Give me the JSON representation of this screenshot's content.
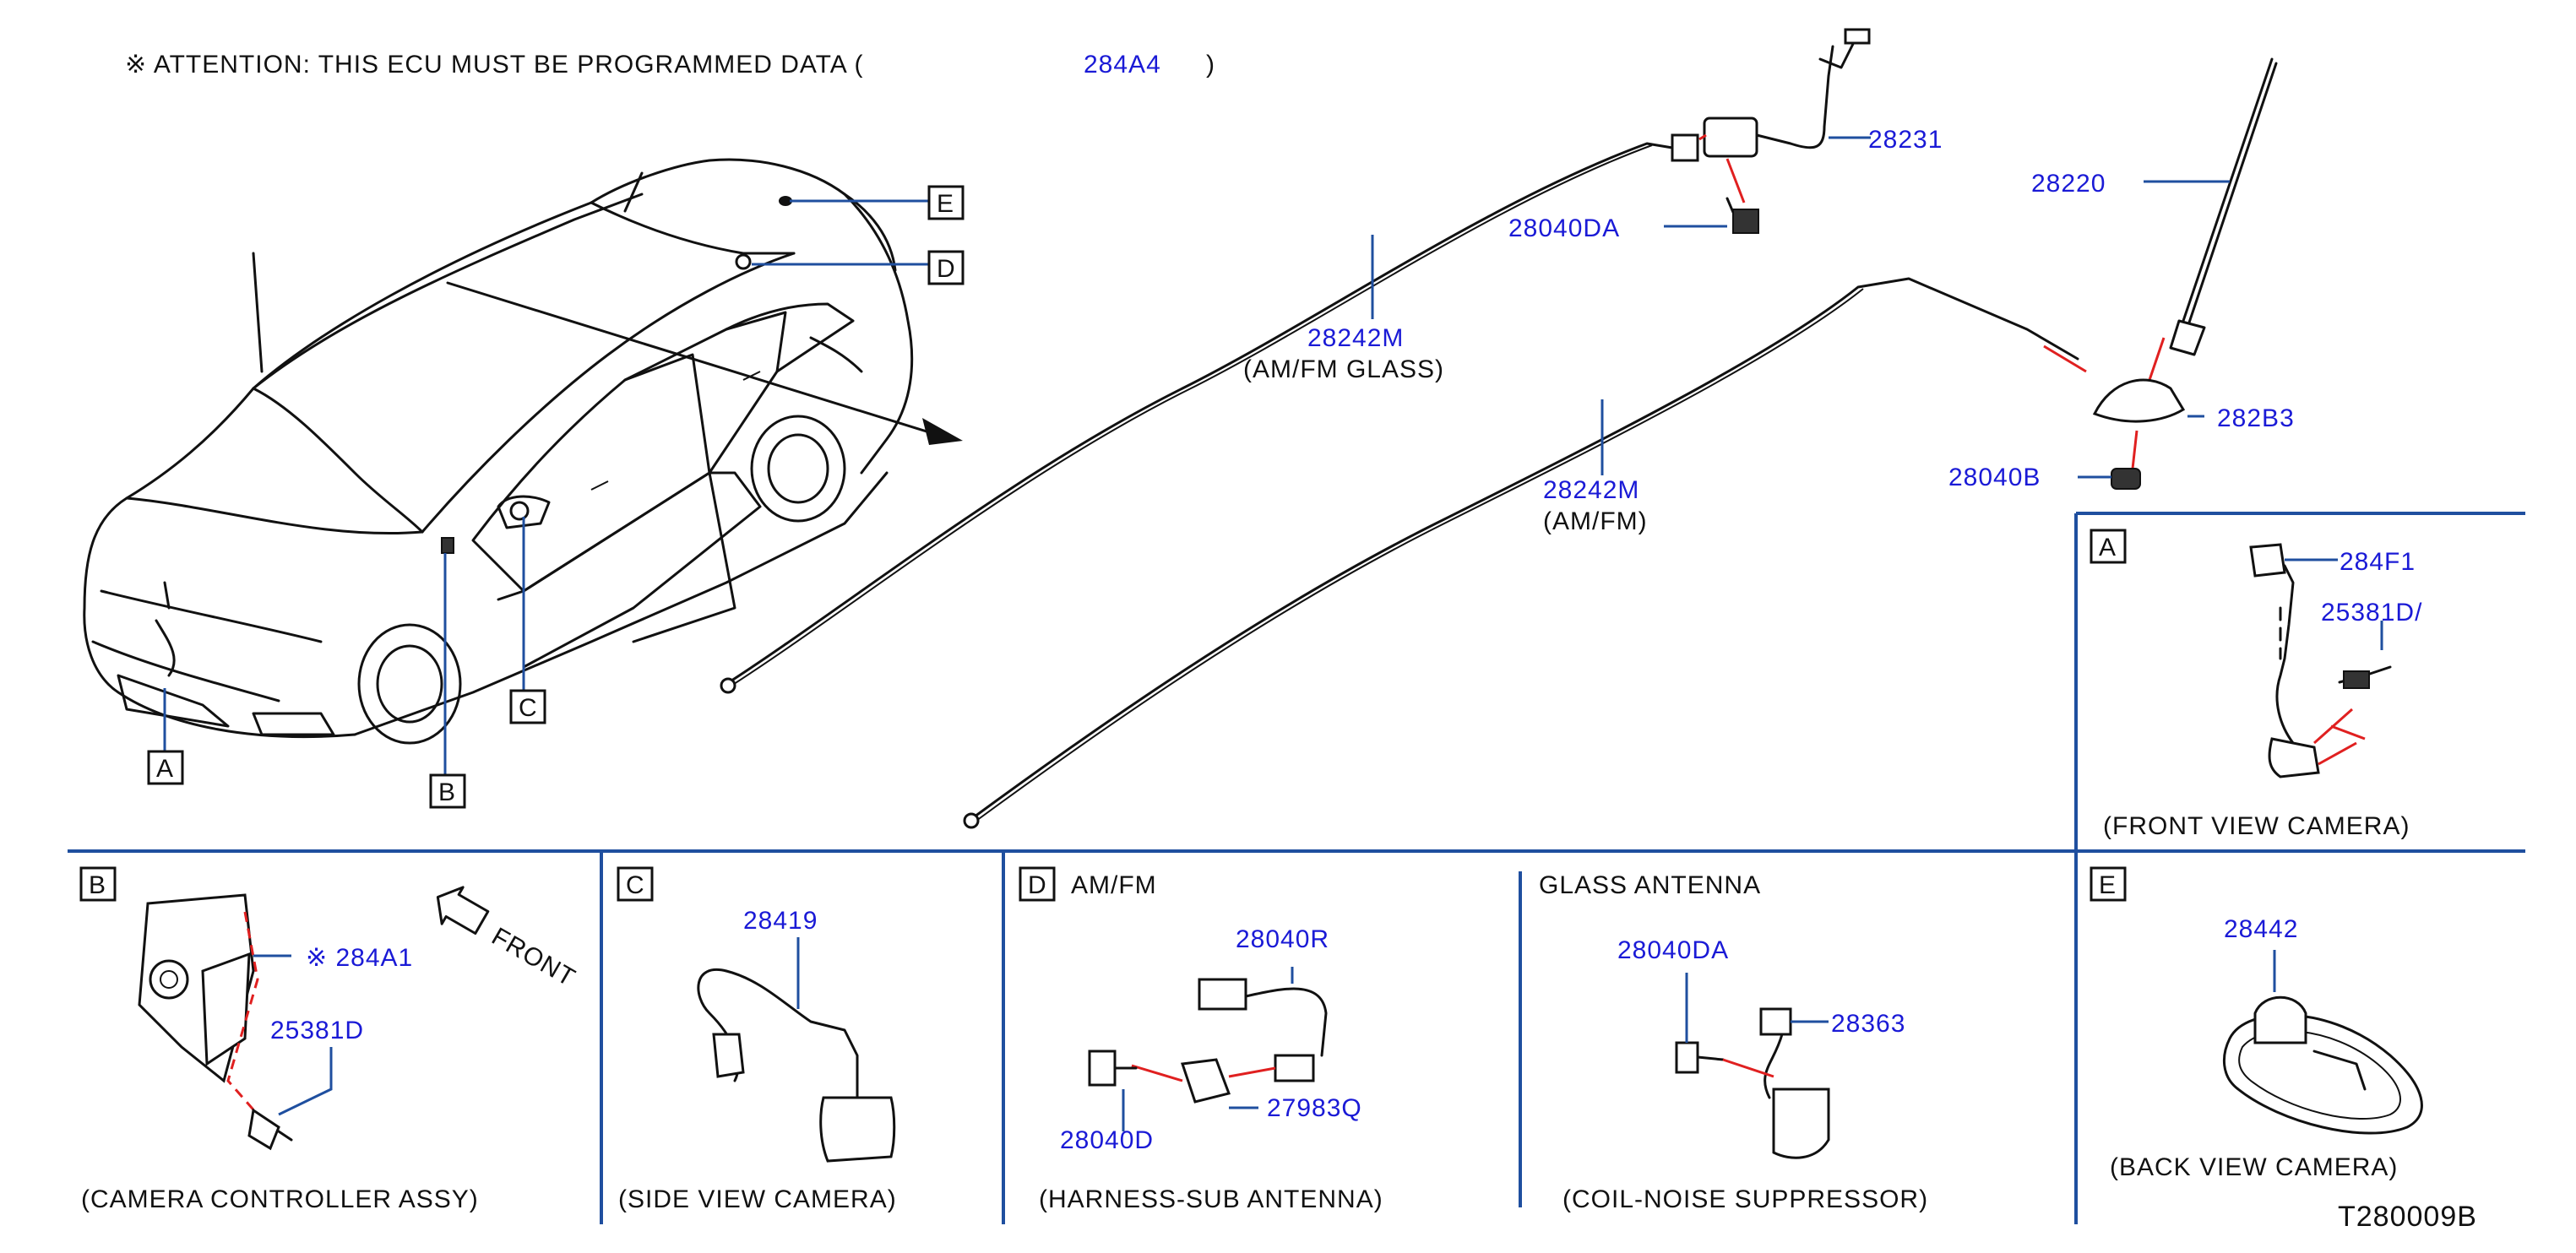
{
  "attention": {
    "prefix": "※ ATTENTION:  THIS  ECU  MUST  BE  PROGRAMMED  DATA  (",
    "part": "284A4",
    "suffix": ")"
  },
  "car_callouts": [
    "A",
    "B",
    "C",
    "D",
    "E"
  ],
  "antenna_parts": {
    "p28231": "28231",
    "p28040DA": "28040DA",
    "p28242M_glass": "28242M",
    "glass_label": "(AM/FM   GLASS)",
    "p28220": "28220",
    "p282B3": "282B3",
    "p28040B": "28040B",
    "p28242M_amfm": "28242M",
    "amfm_label": "(AM/FM)"
  },
  "panel_a": {
    "letter": "A",
    "p284F1": "284F1",
    "p25381DA": "25381D/",
    "caption": "(FRONT   VIEW   CAMERA)"
  },
  "panel_b": {
    "letter": "B",
    "p284A1": "※ 284A1",
    "p25381D": "25381D",
    "front": "FRONT",
    "caption": "(CAMERA   CONTROLLER   ASSY)"
  },
  "panel_c": {
    "letter": "C",
    "p28419": "28419",
    "caption": "(SIDE   VIEW   CAMERA)"
  },
  "panel_d": {
    "letter": "D",
    "title_amfm": "AM/FM",
    "p28040R": "28040R",
    "p28040D": "28040D",
    "p27983Q": "27983Q",
    "caption_amfm": "(HARNESS-SUB   ANTENNA)",
    "title_glass": "GLASS   ANTENNA",
    "p28040DA": "28040DA",
    "p28363": "28363",
    "caption_glass": "(COIL-NOISE   SUPPRESSOR)"
  },
  "panel_e": {
    "letter": "E",
    "p28442": "28442",
    "caption": "(BACK   VIEW   CAMERA)"
  },
  "drawing_id": "T280009B"
}
